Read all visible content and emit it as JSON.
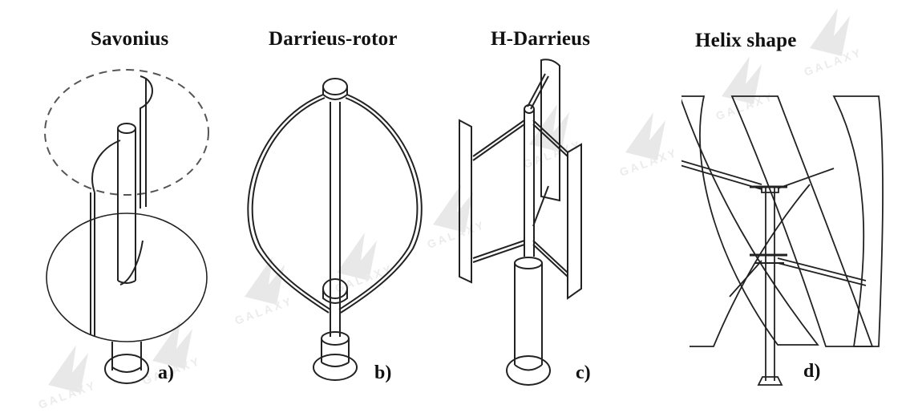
{
  "figure": {
    "panels": [
      {
        "id": "a",
        "title": "Savonius",
        "label": "a)"
      },
      {
        "id": "b",
        "title": "Darrieus-rotor",
        "label": "b)"
      },
      {
        "id": "c",
        "title": "H-Darrieus",
        "label": "c)"
      },
      {
        "id": "d",
        "title": "Helix shape",
        "label": "d)"
      }
    ],
    "watermark": {
      "text": "GALAXY",
      "color": "#888888"
    },
    "colors": {
      "line": "#222222",
      "background": "#ffffff",
      "dashed_circle": "#555555"
    }
  }
}
